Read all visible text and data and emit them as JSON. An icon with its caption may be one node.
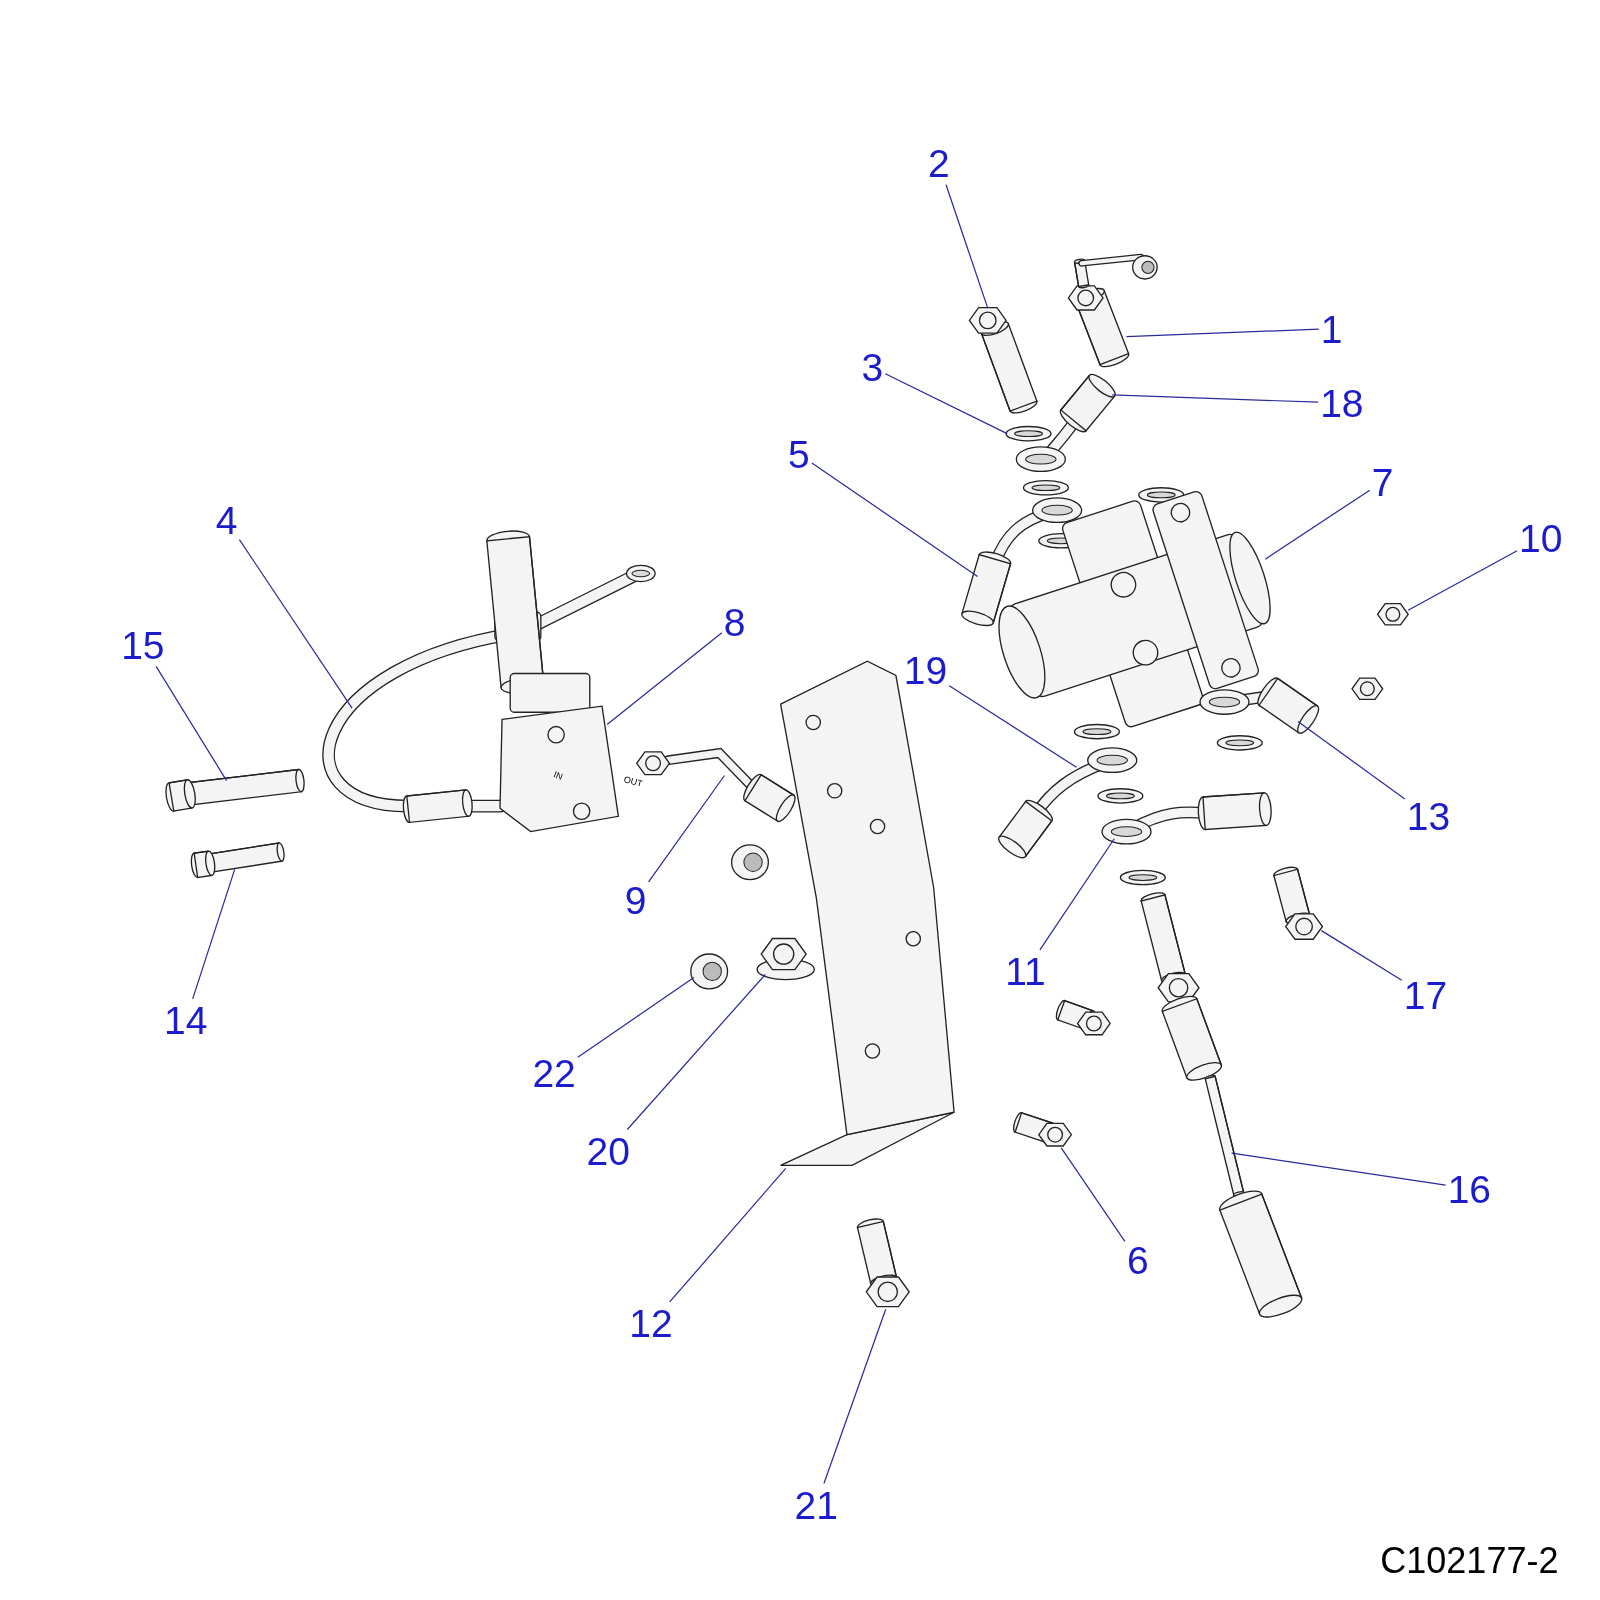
{
  "diagram": {
    "nodes": [
      {
        "text": [
          "1"
        ]
      },
      {
        "text": [
          "2"
        ]
      },
      {
        "text": [
          "3"
        ]
      },
      {
        "text": [
          "4"
        ]
      },
      {
        "text": [
          "5"
        ]
      },
      {
        "text": [
          "6"
        ]
      },
      {
        "text": [
          "7"
        ]
      },
      {
        "text": [
          "8"
        ]
      },
      {
        "text": [
          "9"
        ]
      },
      {
        "text": [
          "10"
        ]
      },
      {
        "text": [
          "11"
        ]
      },
      {
        "text": [
          "12"
        ]
      },
      {
        "text": [
          "13"
        ]
      },
      {
        "text": [
          "14"
        ]
      },
      {
        "text": [
          "15"
        ]
      },
      {
        "text": [
          "16"
        ]
      },
      {
        "text": [
          "17"
        ]
      },
      {
        "text": [
          "18"
        ]
      },
      {
        "text": [
          "19"
        ]
      },
      {
        "text": [
          "20"
        ]
      },
      {
        "text": [
          "21"
        ]
      },
      {
        "text": [
          "22"
        ]
      },
      {
        "text": [],
        "shape": "picture"
      },
      {
        "text": [],
        "shape": "picture"
      },
      {
        "text": [],
        "shape": "picture"
      },
      {
        "text": [],
        "shape": "picture"
      },
      {
        "text": [],
        "shape": "picture"
      },
      {
        "text": [],
        "shape": "picture"
      },
      {
        "text": [],
        "shape": "picture"
      },
      {
        "text": [],
        "shape": "picture"
      },
      {
        "text": [],
        "shape": "picture"
      },
      {
        "text": [],
        "shape": "picture"
      },
      {
        "text": [],
        "shape": "picture"
      },
      {
        "text": [],
        "shape": "picture"
      },
      {
        "text": [],
        "shape": "picture"
      },
      {
        "text": [],
        "shape": "picture"
      },
      {
        "text": [],
        "shape": "picture"
      },
      {
        "text": [],
        "shape": "picture"
      },
      {
        "text": [],
        "shape": "picture"
      },
      {
        "text": [],
        "shape": "picture"
      },
      {
        "text": [],
        "shape": "picture"
      },
      {
        "text": [],
        "shape": "picture"
      },
      {
        "text": [],
        "shape": "picture"
      },
      {
        "text": [],
        "shape": "picture"
      }
    ],
    "edges": [
      {
        "from": 0,
        "to": 22,
        "arrow": "none"
      },
      {
        "from": 1,
        "to": 23,
        "arrow": "none"
      },
      {
        "from": 2,
        "to": 24,
        "arrow": "none"
      },
      {
        "from": 3,
        "to": 25,
        "arrow": "none"
      },
      {
        "from": 4,
        "to": 26,
        "arrow": "none"
      },
      {
        "from": 5,
        "to": 27,
        "arrow": "none"
      },
      {
        "from": 6,
        "to": 28,
        "arrow": "none"
      },
      {
        "from": 7,
        "to": 29,
        "arrow": "none"
      },
      {
        "from": 8,
        "to": 30,
        "arrow": "none"
      },
      {
        "from": 9,
        "to": 31,
        "arrow": "none"
      },
      {
        "from": 10,
        "to": 32,
        "arrow": "none"
      },
      {
        "from": 11,
        "to": 33,
        "arrow": "none"
      },
      {
        "from": 12,
        "to": 34,
        "arrow": "none"
      },
      {
        "from": 13,
        "to": 35,
        "arrow": "none"
      },
      {
        "from": 14,
        "to": 36,
        "arrow": "none"
      },
      {
        "from": 15,
        "to": 37,
        "arrow": "none"
      },
      {
        "from": 16,
        "to": 38,
        "arrow": "none"
      },
      {
        "from": 17,
        "to": 39,
        "arrow": "none"
      },
      {
        "from": 18,
        "to": 40,
        "arrow": "none"
      },
      {
        "from": 19,
        "to": 41,
        "arrow": "none"
      },
      {
        "from": 20,
        "to": 42,
        "arrow": "none"
      },
      {
        "from": 21,
        "to": 43,
        "arrow": "none"
      }
    ],
    "labels": [
      "IN",
      "OUT",
      "C102177-2"
    ]
  }
}
